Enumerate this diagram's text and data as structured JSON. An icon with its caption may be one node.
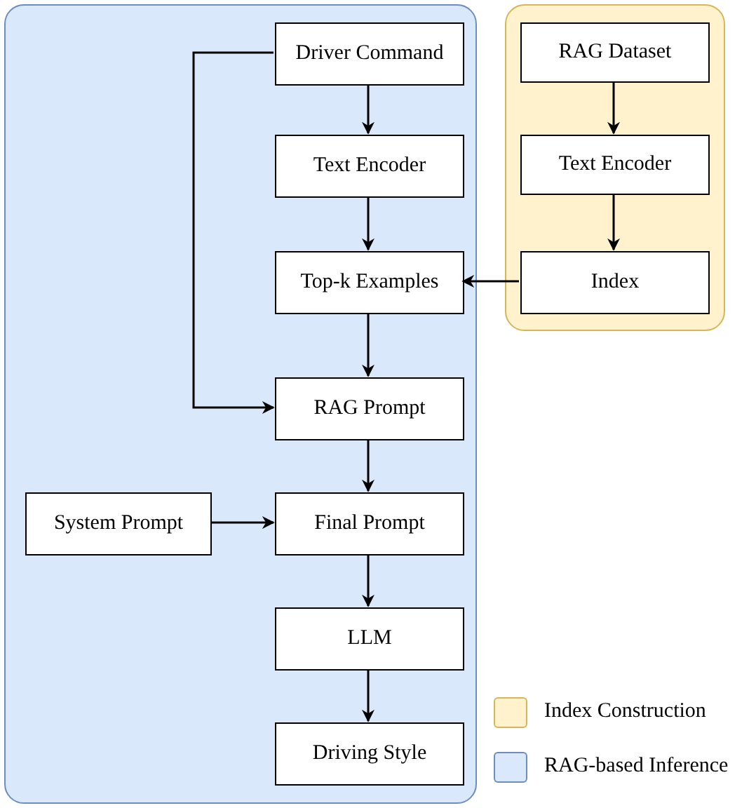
{
  "diagram": {
    "nodes": [
      {
        "text": [],
        "shape": "box"
      },
      {
        "text": [],
        "shape": "box"
      },
      {
        "text": [
          "Driver Command"
        ],
        "in": 0
      },
      {
        "text": [
          "Text Encoder"
        ],
        "in": 0
      },
      {
        "text": [
          "Top-k Examples"
        ],
        "in": 0
      },
      {
        "text": [
          "RAG  Prompt"
        ],
        "in": 0
      },
      {
        "text": [
          "System Prompt"
        ],
        "in": 0
      },
      {
        "text": [
          "Final Prompt"
        ],
        "in": 0
      },
      {
        "text": [
          "LLM"
        ],
        "in": 0
      },
      {
        "text": [
          "Driving Style"
        ],
        "in": 0
      },
      {
        "text": [
          "RAG Dataset"
        ],
        "in": 1
      },
      {
        "text": [
          "Text Encoder"
        ],
        "in": 1
      },
      {
        "text": [
          "Index"
        ],
        "in": 1
      }
    ],
    "edges": [
      {
        "from": 2,
        "to": 3,
        "arrow": "to"
      },
      {
        "from": 3,
        "to": 4,
        "arrow": "to"
      },
      {
        "from": 4,
        "to": 5,
        "arrow": "to"
      },
      {
        "from": 2,
        "to": 5,
        "arrow": "to"
      },
      {
        "from": 12,
        "to": 4,
        "arrow": "to"
      },
      {
        "from": 5,
        "to": 7,
        "arrow": "to"
      },
      {
        "from": 6,
        "to": 7,
        "arrow": "to"
      },
      {
        "from": 7,
        "to": 8,
        "arrow": "to"
      },
      {
        "from": 8,
        "to": 9,
        "arrow": "to"
      },
      {
        "from": 10,
        "to": 11,
        "arrow": "to"
      },
      {
        "from": 11,
        "to": 12,
        "arrow": "to"
      }
    ],
    "legend": [
      {
        "text": "Index Construction",
        "color": "#fff2cc"
      },
      {
        "text": "RAG-based Inference",
        "color": "#dae8fc"
      }
    ]
  }
}
